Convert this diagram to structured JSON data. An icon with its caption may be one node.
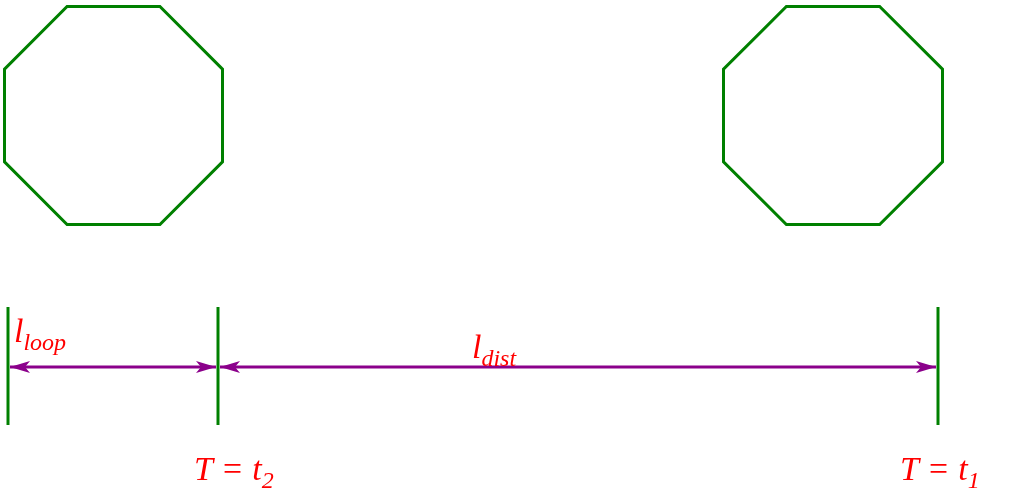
{
  "diagram": {
    "nodes": [
      {
        "text": [],
        "shape": "octagon"
      },
      {
        "text": [],
        "shape": "octagon"
      }
    ],
    "edges": [],
    "labels": [
      "l$_{loop}$",
      "l$_{dist}$",
      "T = t$_{2}$",
      "T = t$_{1}$"
    ]
  }
}
